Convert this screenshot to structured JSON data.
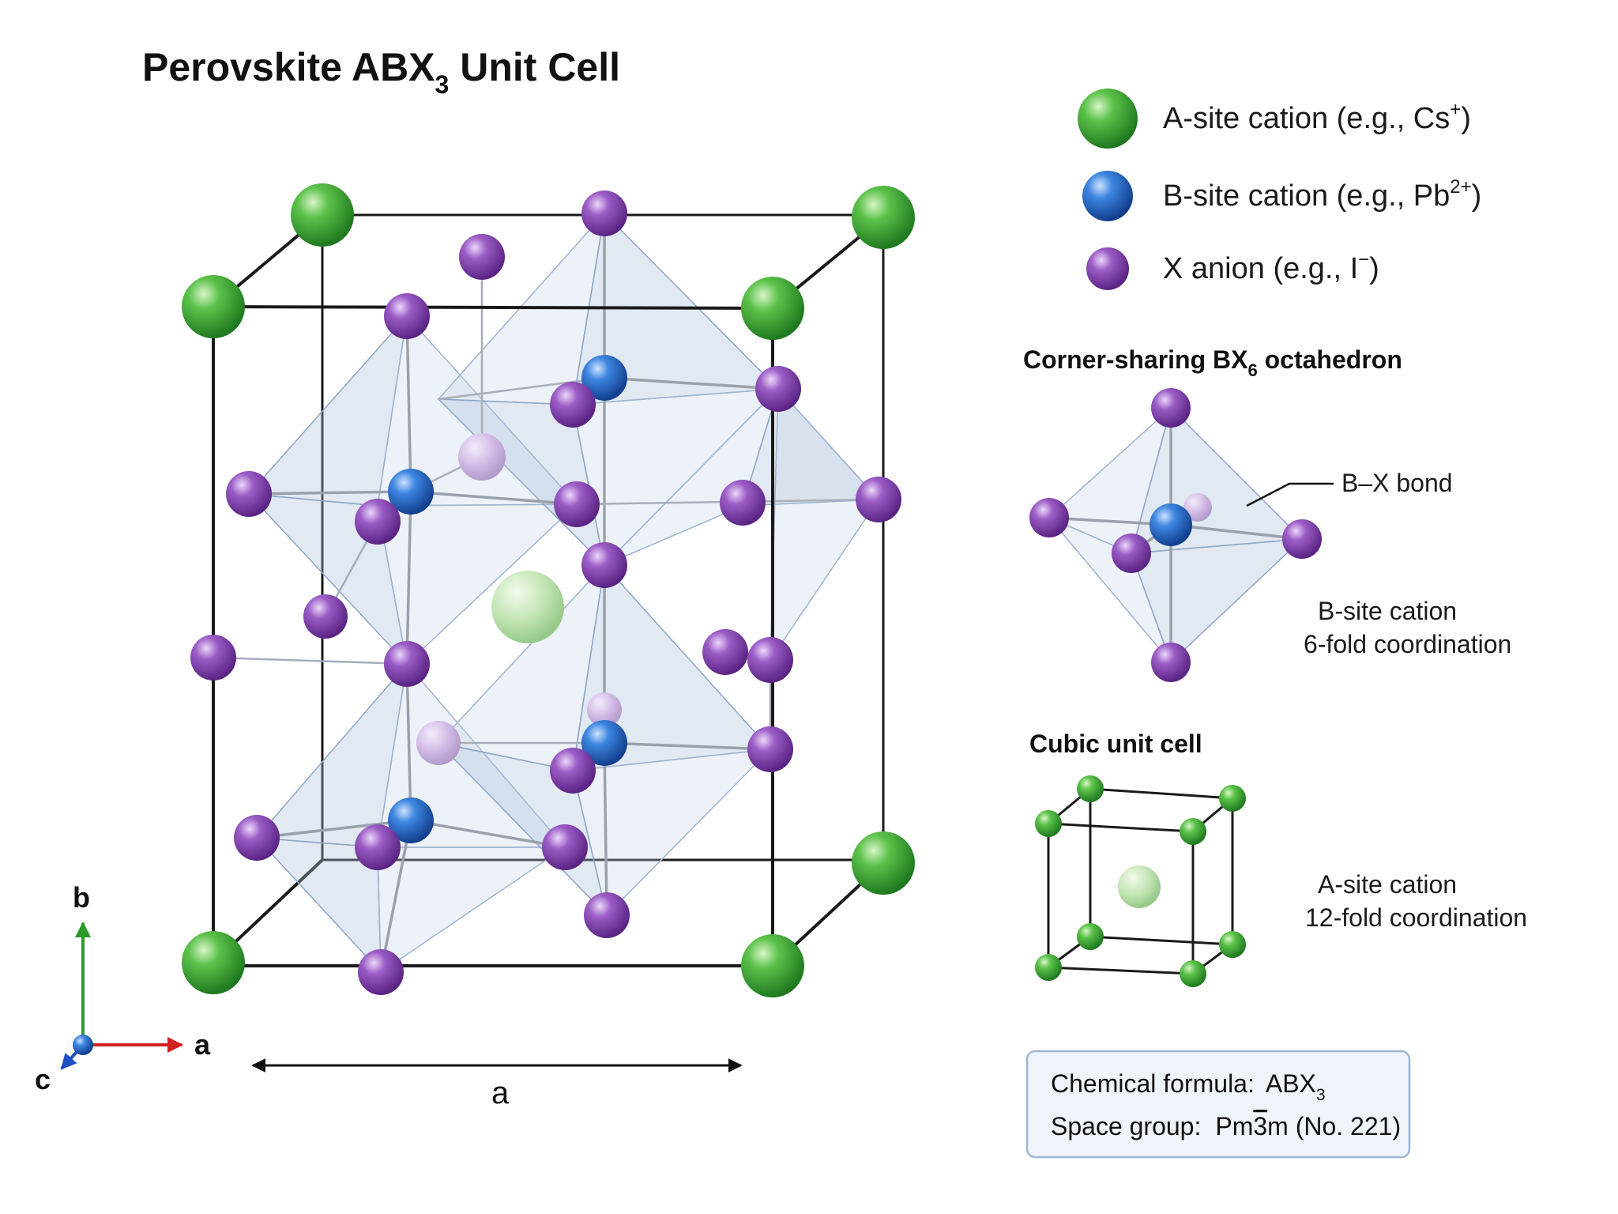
{
  "title": {
    "prefix": "Perovskite ABX",
    "subscript": "3",
    "suffix": " Unit Cell"
  },
  "legend": [
    {
      "label": "A-site cation (e.g., Cs",
      "sup": "+",
      "close": ")",
      "color": "#3aa335",
      "icon": "green-sphere-icon"
    },
    {
      "label": "B-site cation (e.g., Pb",
      "sup": "2+",
      "close": ")",
      "color": "#1f66c9",
      "icon": "blue-sphere-icon"
    },
    {
      "label": "X anion (e.g., I",
      "sup": "−",
      "close": ")",
      "color": "#8a49b5",
      "icon": "purple-sphere-icon"
    }
  ],
  "octahedron_panel": {
    "title_prefix": "Corner-sharing BX",
    "title_sub": "6",
    "title_suffix": " octahedron",
    "bond_label": "B–X bond",
    "note_line1": "B-site cation",
    "note_line2": "6-fold coordination"
  },
  "cubic_panel": {
    "title": "Cubic unit cell",
    "note_line1": "A-site cation",
    "note_line2": "12-fold coordination"
  },
  "axes": {
    "b": "b",
    "a": "a",
    "c": "c"
  },
  "lattice_dimension": "a",
  "info_box": {
    "formula_label": "Chemical formula:",
    "formula_value_prefix": "ABX",
    "formula_value_sub": "3",
    "spacegroup_label": "Space group:",
    "spacegroup_pre": "Pm",
    "spacegroup_bar": "3",
    "spacegroup_post": "m (No. 221)"
  },
  "colors": {
    "a_site": "#3aa335",
    "b_site": "#1f66c9",
    "x_anion": "#8a49b5",
    "octahedron": "#a9bfdc",
    "axis_a": "#d42020",
    "axis_b": "#2a9a2a",
    "axis_c": "#1d4fc4",
    "info_box_bg": "#eef4fa",
    "info_box_border": "#9db7d4"
  }
}
